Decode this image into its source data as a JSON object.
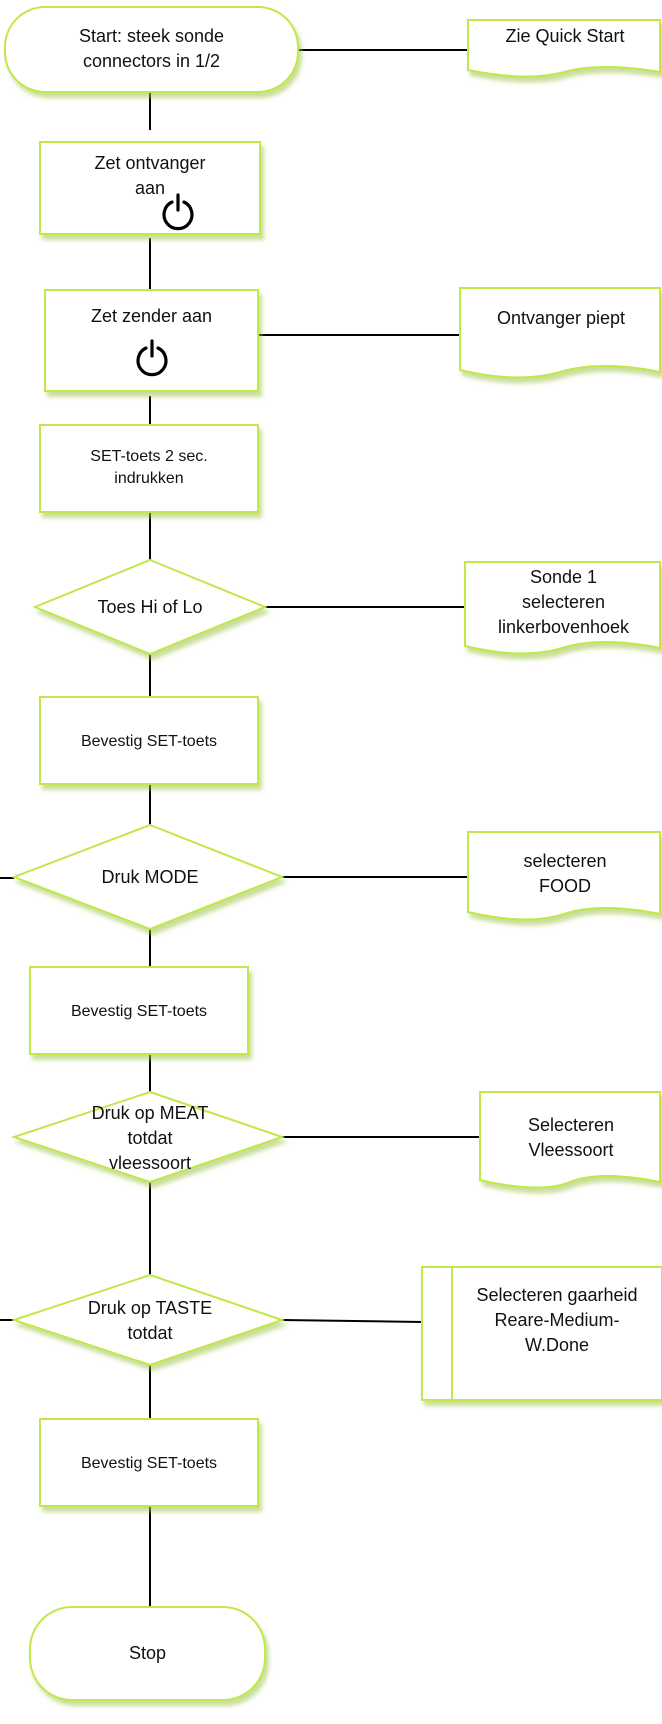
{
  "colors": {
    "fill": "#ffffff",
    "border": "#bfe84a",
    "shadow": "#9fc44a",
    "line": "#000000",
    "text": "#111111"
  },
  "steps": {
    "start": "Start: steek sonde\nconnectors in 1/2",
    "receiver_on": "Zet ontvanger\naan",
    "transmitter_on": "Zet zender aan",
    "set_hold": "SET-toets  2 sec.\nindrukken",
    "hi_lo": "Toes Hi of Lo",
    "confirm_set_1": "Bevestig SET-toets",
    "press_mode": "Druk MODE",
    "confirm_set_2": "Bevestig SET-toets",
    "press_meat": "Druk op MEAT\ntotdat\nvleessoort",
    "press_taste": "Druk op TASTE\ntotdat",
    "confirm_set_3": "Bevestig SET-toets",
    "stop": "Stop"
  },
  "notes": {
    "quick_start": "Zie Quick Start",
    "receiver_beeps": "Ontvanger piept",
    "select_probe": "Sonde 1\nselecteren\nlinkerbovenhoek",
    "select_food": "selecteren\nFOOD",
    "select_meat": "Selecteren\nVleessoort",
    "select_doneness": "Selecteren gaarheid\nReare-Medium-\nW.Done"
  },
  "icons": {
    "power_1": "power-icon",
    "power_2": "power-icon"
  }
}
